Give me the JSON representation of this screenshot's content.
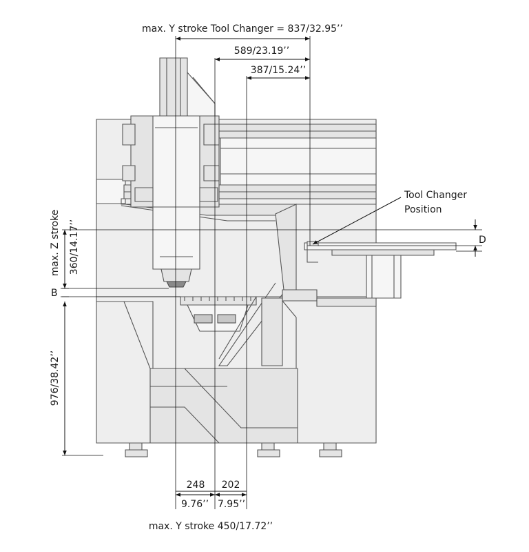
{
  "labels": {
    "y_stroke_tool_changer": "max. Y stroke Tool Changer = 837/32.95’’",
    "dim_589": "589/23.19’’",
    "dim_387": "387/15.24’’",
    "tool_changer_line1": "Tool Changer",
    "tool_changer_line2": "Position",
    "d_marker": "D",
    "b_marker": "B",
    "z_stroke_label": "max. Z stroke",
    "z_stroke_value": "360/14.17’’",
    "height_value": "976/38.42’’",
    "dim_248": "248",
    "dim_202": "202",
    "dim_976_in": "9.76’’",
    "dim_795_in": "7.95’’",
    "y_stroke_max": "max. Y stroke 450/17.72’’"
  },
  "colors": {
    "body": "#eeeeee",
    "outline": "#555555",
    "dimension": "#111111"
  }
}
